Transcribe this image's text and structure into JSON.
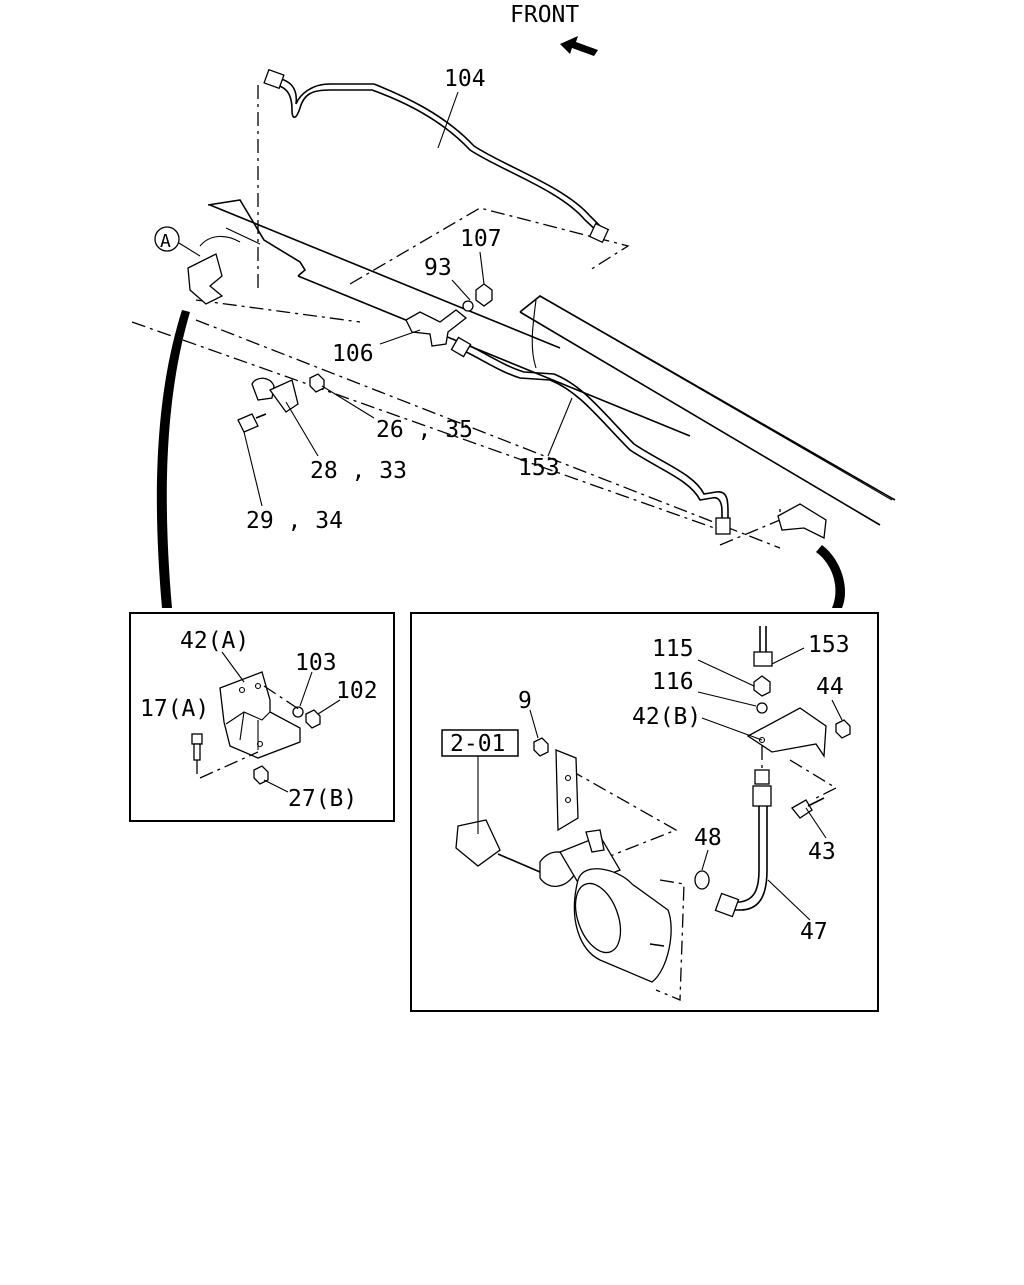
{
  "diagram": {
    "front_label": "FRONT",
    "ref_a": "A",
    "labels": {
      "l104": "104",
      "l107": "107",
      "l93": "93",
      "l106": "106",
      "l26_35": "26 , 35",
      "l28_33": "28 , 33",
      "l153_top": "153",
      "l29_34": "29 , 34",
      "l42a": "42(A)",
      "l103": "103",
      "l102": "102",
      "l17a": "17(A)",
      "l27b": "27(B)",
      "l115": "115",
      "l153_detail": "153",
      "l116": "116",
      "l44": "44",
      "l9": "9",
      "l42b": "42(B)",
      "l2_01": "2-01",
      "l43": "43",
      "l48": "48",
      "l47": "47"
    }
  }
}
